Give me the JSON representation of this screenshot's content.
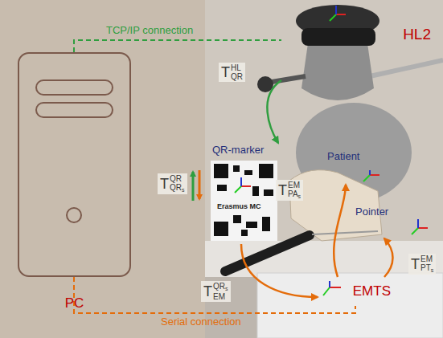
{
  "diagram": {
    "nodes": [
      {
        "text": [
          "PC"
        ]
      },
      {
        "text": [
          "HL2"
        ]
      },
      {
        "text": [
          "QR-marker"
        ]
      },
      {
        "text": [
          "Patient"
        ]
      },
      {
        "text": [
          "Pointer"
        ]
      },
      {
        "text": [
          "EMTS"
        ]
      }
    ],
    "edges": [
      {
        "from": 0,
        "to": 1,
        "label": "TCP/IP connection",
        "arrow": "none"
      },
      {
        "from": 0,
        "to": 5,
        "label": "Serial connection",
        "arrow": "none"
      },
      {
        "from": 1,
        "to": 2,
        "arrow": "to"
      },
      {
        "from": 5,
        "to": 3,
        "arrow": "to"
      },
      {
        "from": 5,
        "to": 4,
        "arrow": "to"
      },
      {
        "from": 2,
        "to": 5,
        "arrow": "to"
      }
    ],
    "labels": [
      "T",
      "HL",
      "QR",
      "T",
      "QR",
      "QR",
      "s",
      "T",
      "EM",
      "PA",
      "s",
      "T",
      "EM",
      "PT",
      "s",
      "T",
      "QR",
      "s",
      "EM",
      "Erasmus MC"
    ]
  }
}
